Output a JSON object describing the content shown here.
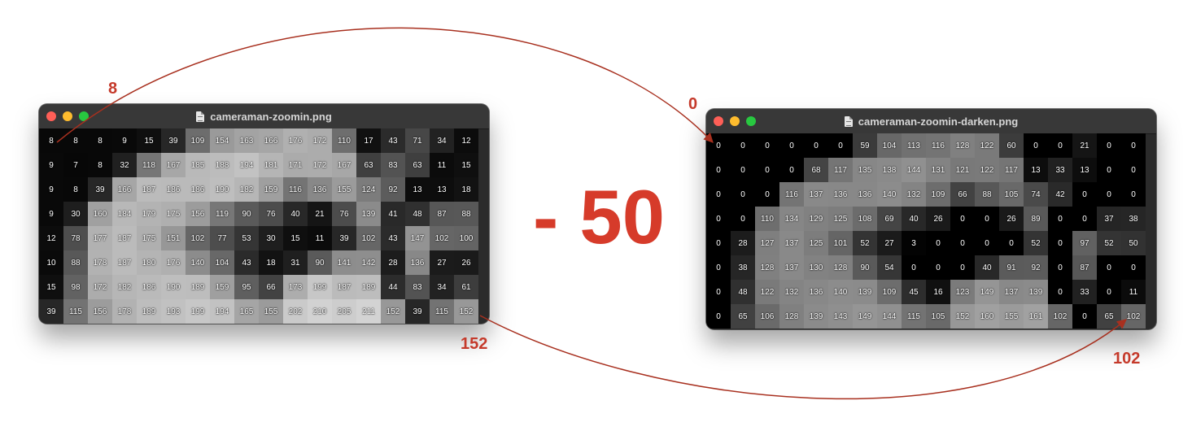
{
  "operation_label": "- 50",
  "left_window": {
    "title": "cameraman-zoomin.png",
    "pixels": [
      [
        8,
        8,
        8,
        9,
        15,
        39,
        109,
        154,
        163,
        166,
        176,
        172,
        110,
        17,
        43,
        71,
        34,
        12
      ],
      [
        9,
        7,
        8,
        32,
        118,
        167,
        185,
        188,
        194,
        181,
        171,
        172,
        167,
        63,
        83,
        63,
        11,
        15
      ],
      [
        9,
        8,
        39,
        166,
        187,
        186,
        186,
        190,
        182,
        159,
        116,
        136,
        155,
        124,
        92,
        13,
        13,
        18
      ],
      [
        9,
        30,
        160,
        184,
        179,
        175,
        156,
        119,
        90,
        76,
        40,
        21,
        76,
        139,
        41,
        48,
        87,
        88
      ],
      [
        12,
        78,
        177,
        187,
        175,
        151,
        102,
        77,
        53,
        30,
        15,
        11,
        39,
        102,
        43,
        147,
        102,
        100
      ],
      [
        10,
        88,
        178,
        187,
        180,
        176,
        140,
        104,
        43,
        18,
        31,
        90,
        141,
        142,
        28,
        136,
        27,
        26
      ],
      [
        15,
        98,
        172,
        182,
        186,
        190,
        189,
        159,
        95,
        66,
        173,
        199,
        187,
        189,
        44,
        83,
        34,
        61
      ],
      [
        39,
        115,
        156,
        178,
        189,
        193,
        199,
        194,
        165,
        155,
        202,
        210,
        205,
        211,
        152,
        39,
        115,
        152
      ]
    ]
  },
  "right_window": {
    "title": "cameraman-zoomin-darken.png",
    "pixels": [
      [
        0,
        0,
        0,
        0,
        0,
        0,
        59,
        104,
        113,
        116,
        128,
        122,
        60,
        0,
        0,
        21,
        0,
        0
      ],
      [
        0,
        0,
        0,
        0,
        68,
        117,
        135,
        138,
        144,
        131,
        121,
        122,
        117,
        13,
        33,
        13,
        0,
        0
      ],
      [
        0,
        0,
        0,
        116,
        137,
        136,
        136,
        140,
        132,
        109,
        66,
        88,
        105,
        74,
        42,
        0,
        0,
        0
      ],
      [
        0,
        0,
        110,
        134,
        129,
        125,
        108,
        69,
        40,
        26,
        0,
        0,
        26,
        89,
        0,
        0,
        37,
        38
      ],
      [
        0,
        28,
        127,
        137,
        125,
        101,
        52,
        27,
        3,
        0,
        0,
        0,
        0,
        52,
        0,
        97,
        52,
        50
      ],
      [
        0,
        38,
        128,
        137,
        130,
        128,
        90,
        54,
        0,
        0,
        0,
        40,
        91,
        92,
        0,
        87,
        0,
        0
      ],
      [
        0,
        48,
        122,
        132,
        136,
        140,
        139,
        109,
        45,
        16,
        123,
        149,
        137,
        139,
        0,
        33,
        0,
        11
      ],
      [
        0,
        65,
        106,
        128,
        139,
        143,
        149,
        144,
        115,
        105,
        152,
        160,
        155,
        161,
        102,
        0,
        65,
        102
      ]
    ]
  },
  "annotations": {
    "top_left_source": "8",
    "top_right_target": "0",
    "bottom_left_source": "152",
    "bottom_right_target": "102"
  },
  "colors": {
    "accent": "#c53a2b",
    "arrow": "#a8301f",
    "window_bg": "#2b2b2b",
    "titlebar_bg": "#383838"
  }
}
